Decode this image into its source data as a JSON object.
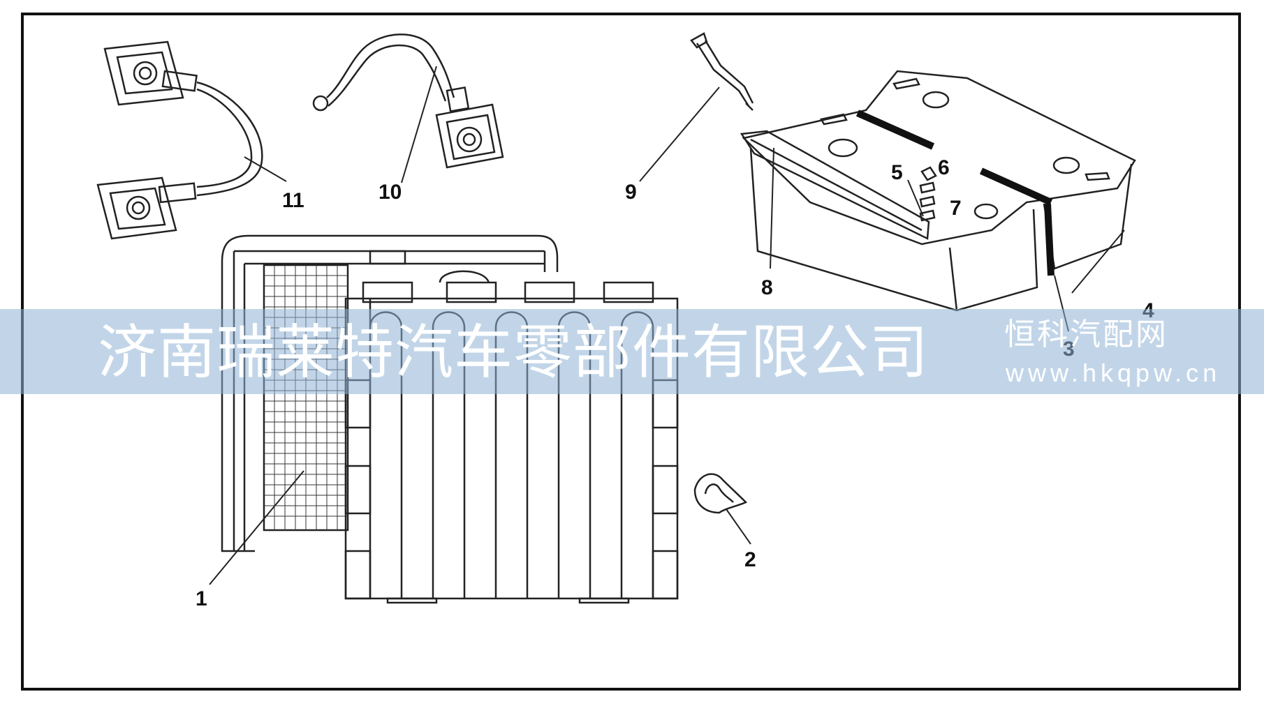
{
  "diagram": {
    "labels": [
      {
        "id": "1",
        "text": "1"
      },
      {
        "id": "2",
        "text": "2"
      },
      {
        "id": "3",
        "text": "3"
      },
      {
        "id": "4",
        "text": "4"
      },
      {
        "id": "5",
        "text": "5"
      },
      {
        "id": "6",
        "text": "6"
      },
      {
        "id": "7",
        "text": "7"
      },
      {
        "id": "8",
        "text": "8"
      },
      {
        "id": "9",
        "text": "9"
      },
      {
        "id": "10",
        "text": "10"
      },
      {
        "id": "11",
        "text": "11"
      }
    ]
  },
  "watermark": {
    "company": "济南瑞莱特汽车零部件有限公司",
    "site_name": "恒科汽配网",
    "site_url": "www.hkqpw.cn",
    "banner_color": "#8fb2d6"
  }
}
